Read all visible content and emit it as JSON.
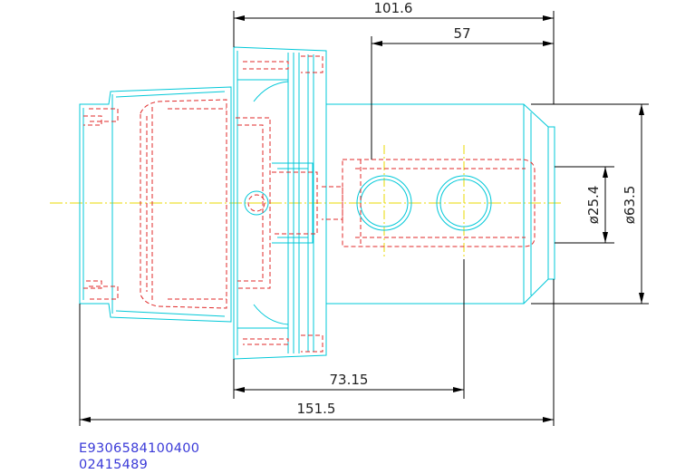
{
  "dimensions": {
    "top_overall": "101.6",
    "top_inner": "57",
    "bottom_inner": "73.15",
    "bottom_overall": "151.5",
    "small_diameter": "ø25.4",
    "large_diameter": "ø63.5"
  },
  "codes": {
    "line1": "E9306584100400",
    "line2": "02415489"
  },
  "colors": {
    "outline": "#00c8d8",
    "hidden": "#e02828",
    "centerline": "#e8d800",
    "dimension": "#000000",
    "code_text": "#3a3ad8"
  }
}
